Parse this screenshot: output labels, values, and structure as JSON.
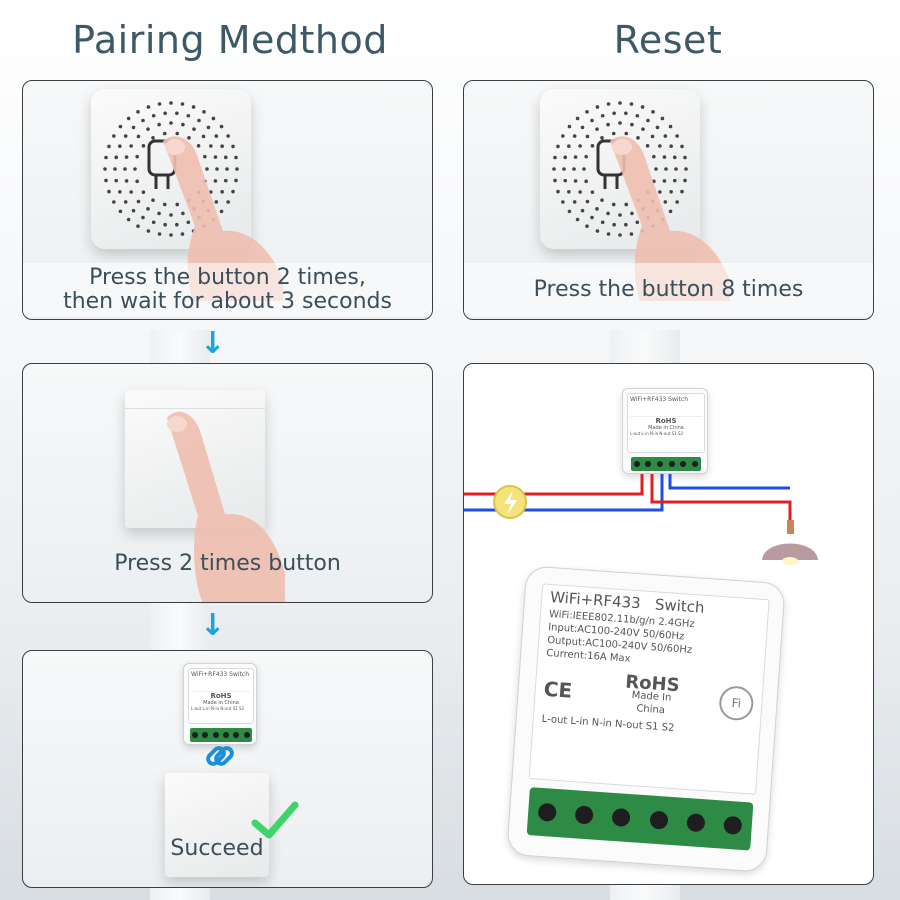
{
  "headings": {
    "pairing": "Pairing Medthod",
    "reset": "Reset"
  },
  "pairing_steps": [
    {
      "line1": "Press the button 2 times,",
      "line2": "then wait for about 3 seconds"
    },
    {
      "line1": "Press 2 times button"
    },
    {
      "line1": "Succeed"
    }
  ],
  "reset": {
    "caption": "Press the button 8 times"
  },
  "module_small": {
    "brand": "WiFi+RF433",
    "type": "Switch",
    "rohs": "RoHS",
    "made": "Made in China",
    "pins": "L-out L-in N-in N-out S1 S2"
  },
  "module_large": {
    "brand": "WiFi+RF433",
    "type": "Switch",
    "spec1": "WiFi:IEEE802.11b/g/n 2.4GHz",
    "spec2": "Input:AC100-240V 50/60Hz",
    "spec3": "Output:AC100-240V 50/60Hz",
    "spec4": "Current:16A Max",
    "ce": "CE",
    "rohs": "RoHS",
    "made1": "Made In",
    "made2": "China",
    "wifi_badge": "Fi",
    "pins": "L-out L-in N-in N-out S1 S2"
  },
  "colors": {
    "heading": "#3d5866",
    "caption": "#3b4f5a",
    "arrow": "#1aa4dc",
    "wire_red": "#e02020",
    "wire_blue": "#1f4fe0",
    "terminal": "#2e8b46",
    "check": "#3ed36b"
  },
  "icons": [
    "arrow-down-icon",
    "link-chain-icon",
    "checkmark-icon",
    "lightning-bolt-icon",
    "pendant-lamp-icon",
    "wifi-badge-icon"
  ]
}
